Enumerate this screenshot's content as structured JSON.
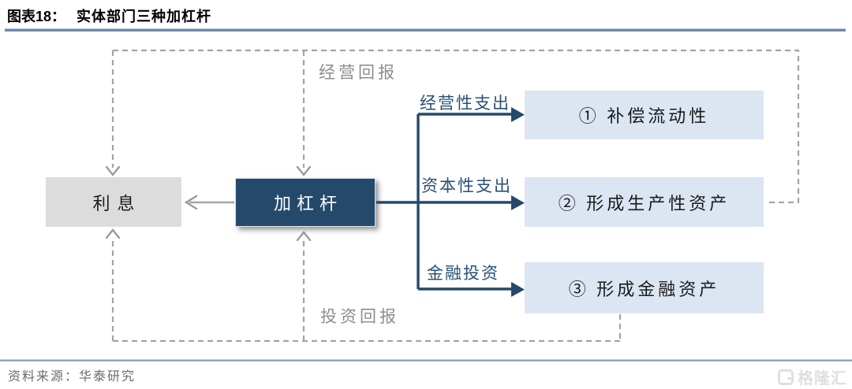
{
  "header": {
    "figure_label": "图表18：",
    "figure_title": "实体部门三种加杠杆"
  },
  "diagram": {
    "nodes": {
      "interest": "利息",
      "leverage": "加杠杆",
      "outcome1": "① 补偿流动性",
      "outcome2": "② 形成生产性资产",
      "outcome3": "③ 形成金融资产"
    },
    "flow_labels": {
      "operating_expenditure": "经营性支出",
      "capital_expenditure": "资本性支出",
      "financial_investment": "金融投资"
    },
    "return_labels": {
      "operating_return": "经营回报",
      "investment_return": "投资回报"
    }
  },
  "footer": {
    "source": "资料来源：华泰研究",
    "watermark": "格隆汇"
  },
  "colors": {
    "accent_navy": "#25496b",
    "outcome_box_fill": "#dce6f2",
    "interest_box_fill": "#dcdcdc",
    "leverage_box_fill": "#25496b",
    "dashed_gray": "#a4a4a4",
    "flow_label_blue": "#2a5075",
    "return_label_gray": "#8e8e8e",
    "title_rule": "#6d89ac",
    "footer_rule": "#8fa6c4"
  }
}
